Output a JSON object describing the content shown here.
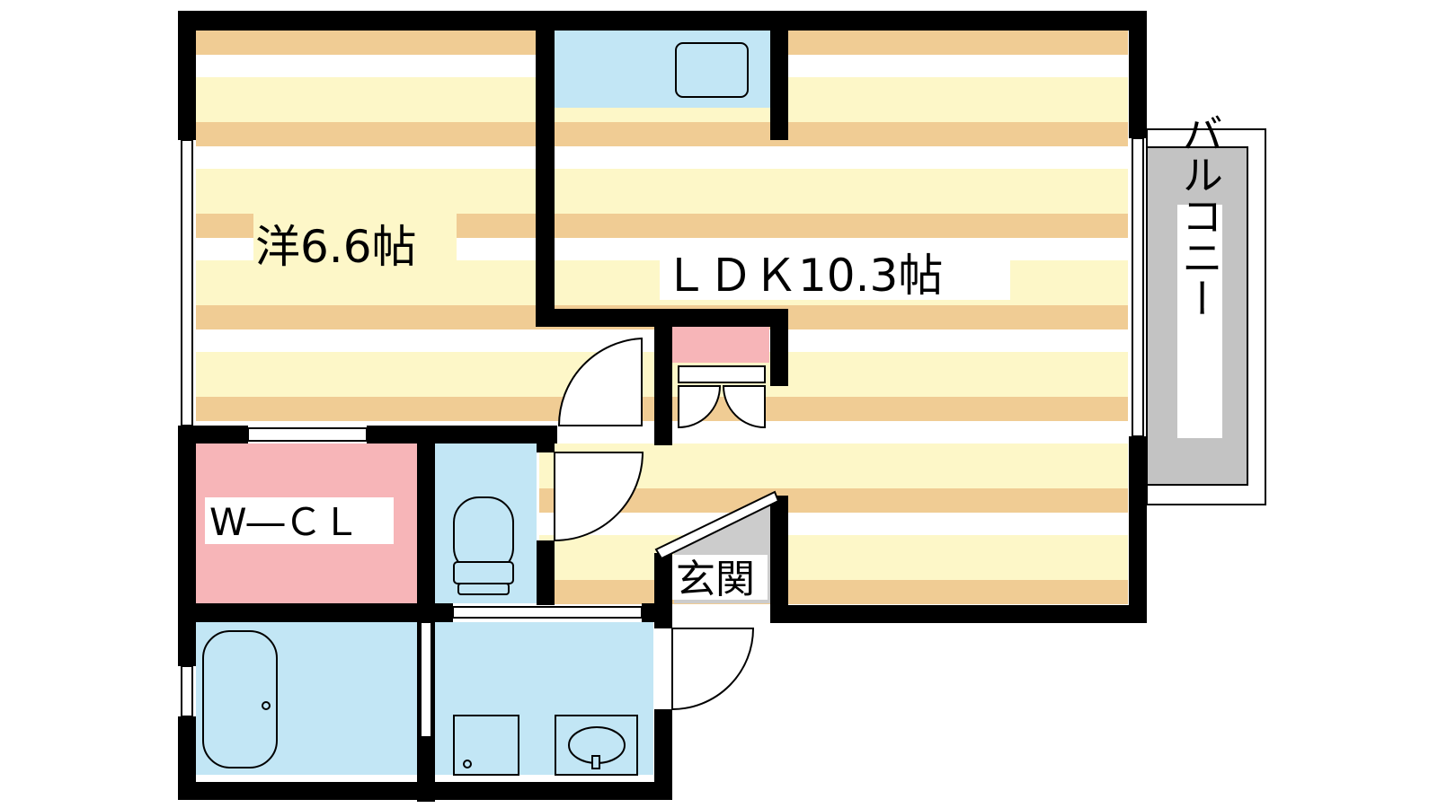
{
  "rooms": {
    "western_room": "洋6.6帖",
    "ldk": "ＬＤＫ10.3帖",
    "walk_in_closet": "W―ＣＬ",
    "entrance": "玄関",
    "balcony": "バルコニー"
  },
  "colors": {
    "wall": "#000000",
    "floor_stripe_light": "#fdf7c8",
    "floor_stripe_dark": "#f0cc94",
    "floor_gap": "#ffffff",
    "wet_area": "#c2e6f5",
    "closet": "#f7b5b8",
    "balcony": "#c3c3c3",
    "entrance_floor": "#cccccc"
  }
}
